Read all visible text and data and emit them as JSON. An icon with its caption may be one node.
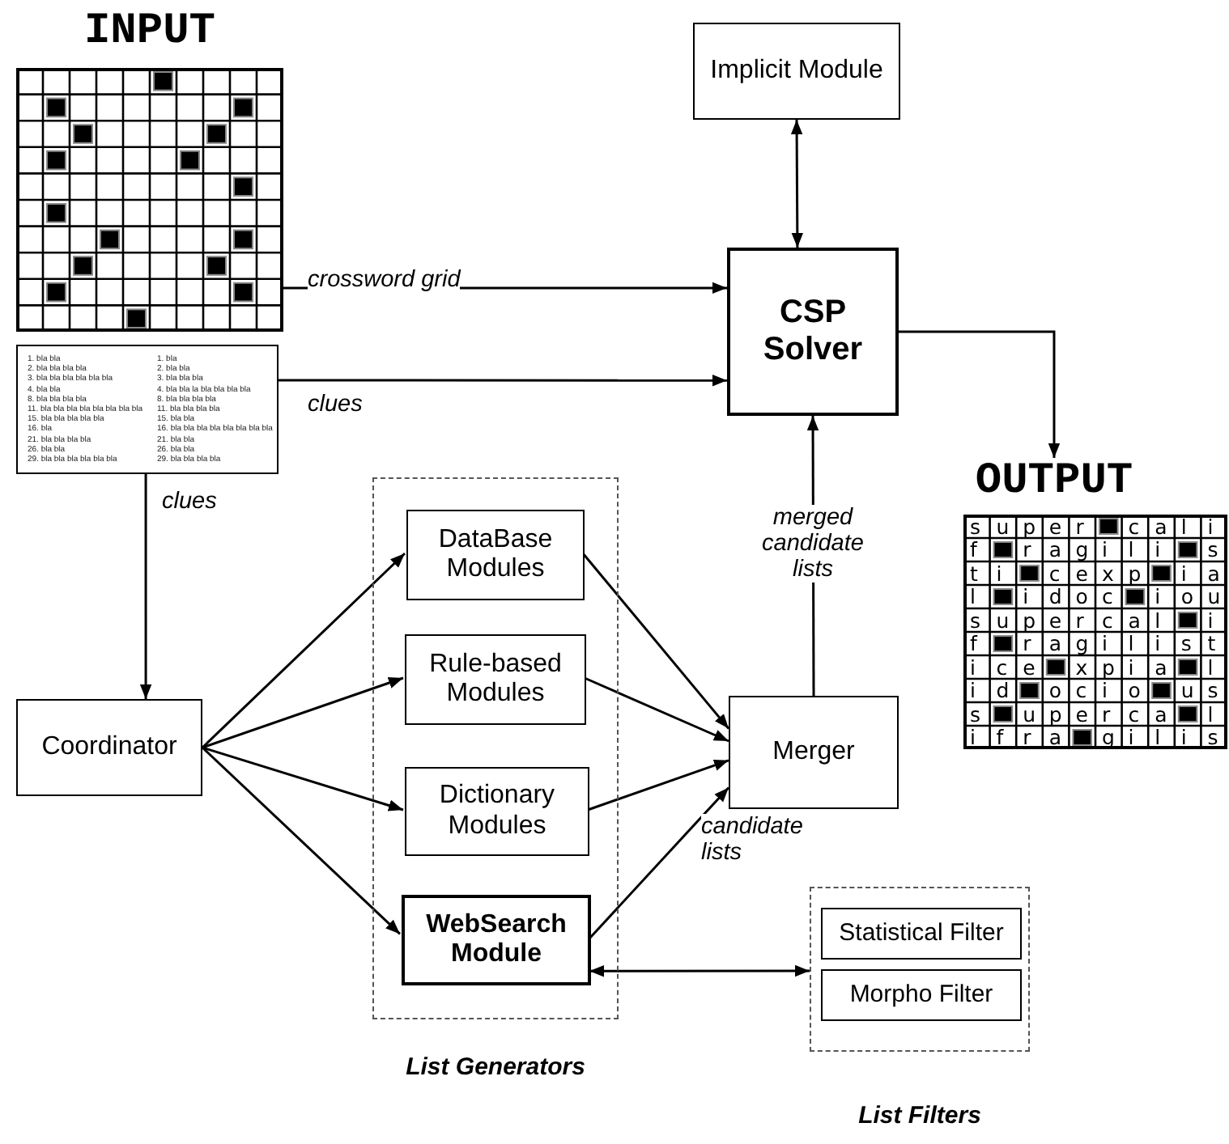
{
  "diagram": {
    "nodes": [
      {
        "text": [
          "INPUT"
        ]
      },
      {
        "text": [
          "1. bla bla",
          "2. bla bla bla bla",
          "3. bla bla bla bla bla bla",
          "4. bla bla",
          "8. bla bla bla bla",
          "11. bla bla bla bla bla bla bla bla",
          "15. bla bla bla bla bla",
          "16. bla",
          "21. bla bla bla bla",
          "26. bla bla",
          "29. bla bla bla bla bla bla",
          "1. bla",
          "2. bla bla",
          "3. bla bla bla",
          "4. bla bla la bla bla bla bla",
          "8. bla bla bla bla",
          "11. bla bla bla bla",
          "15. bla bla",
          "16. bla bla bla bla bla bla bla bla",
          "21. bla bla",
          "26. bla bla",
          "29. bla bla bla bla"
        ]
      },
      {
        "text": [
          "Implicit Module"
        ]
      },
      {
        "text": [
          "CSP Solver"
        ]
      },
      {
        "text": [
          "OUTPUT"
        ]
      },
      {
        "text": [
          "List Generators"
        ]
      },
      {
        "text": [
          "DataBase Modules"
        ],
        "in": 5
      },
      {
        "text": [
          "Rule-based Modules"
        ],
        "in": 5
      },
      {
        "text": [
          "Dictionary Modules"
        ],
        "in": 5
      },
      {
        "text": [
          "WebSearch Module"
        ],
        "in": 5
      },
      {
        "text": [
          "Coordinator"
        ]
      },
      {
        "text": [
          "Merger"
        ]
      },
      {
        "text": [
          "List Filters"
        ]
      },
      {
        "text": [
          "Statistical Filter"
        ],
        "in": 12
      },
      {
        "text": [
          "Morpho Filter"
        ],
        "in": 12
      }
    ],
    "edges": [
      {
        "from": 2,
        "to": 3,
        "arrow": "both"
      },
      {
        "from": 0,
        "to": 3,
        "arrow": "to",
        "label": "crossword grid"
      },
      {
        "from": 1,
        "to": 3,
        "arrow": "to",
        "label": "clues"
      },
      {
        "from": 1,
        "to": 10,
        "arrow": "to",
        "label": "clues"
      },
      {
        "from": 10,
        "to": 6,
        "arrow": "to"
      },
      {
        "from": 10,
        "to": 7,
        "arrow": "to"
      },
      {
        "from": 10,
        "to": 8,
        "arrow": "to"
      },
      {
        "from": 10,
        "to": 9,
        "arrow": "to"
      },
      {
        "from": 6,
        "to": 11,
        "arrow": "to"
      },
      {
        "from": 7,
        "to": 11,
        "arrow": "to"
      },
      {
        "from": 8,
        "to": 11,
        "arrow": "to"
      },
      {
        "from": 9,
        "to": 11,
        "arrow": "to",
        "label": "candidate lists"
      },
      {
        "from": 11,
        "to": 3,
        "arrow": "to",
        "label": "merged candidate lists"
      },
      {
        "from": 3,
        "to": 4,
        "arrow": "to"
      },
      {
        "from": 9,
        "to": 12,
        "arrow": "both"
      }
    ],
    "labels": [
      "s",
      "u",
      "p",
      "e",
      "r",
      "c",
      "a",
      "l",
      "i",
      "f",
      "r",
      "a",
      "g",
      "i",
      "l",
      "i",
      "s",
      "t",
      "i",
      "c",
      "e",
      "x",
      "p",
      "i",
      "a",
      "l",
      "i",
      "d",
      "o",
      "c",
      "i",
      "o",
      "u",
      "s",
      "u",
      "p",
      "e",
      "r",
      "c",
      "a",
      "l",
      "i",
      "f",
      "r",
      "a",
      "g",
      "i",
      "l",
      "i",
      "s",
      "t",
      "i",
      "c",
      "e",
      "x",
      "p",
      "i",
      "a",
      "l",
      "i",
      "d",
      "o",
      "c",
      "i",
      "o",
      "u",
      "s",
      "s",
      "u",
      "p",
      "e",
      "r",
      "c",
      "a",
      "l",
      "i",
      "f",
      "r",
      "a",
      "g",
      "i",
      "l",
      "i",
      "s"
    ]
  }
}
